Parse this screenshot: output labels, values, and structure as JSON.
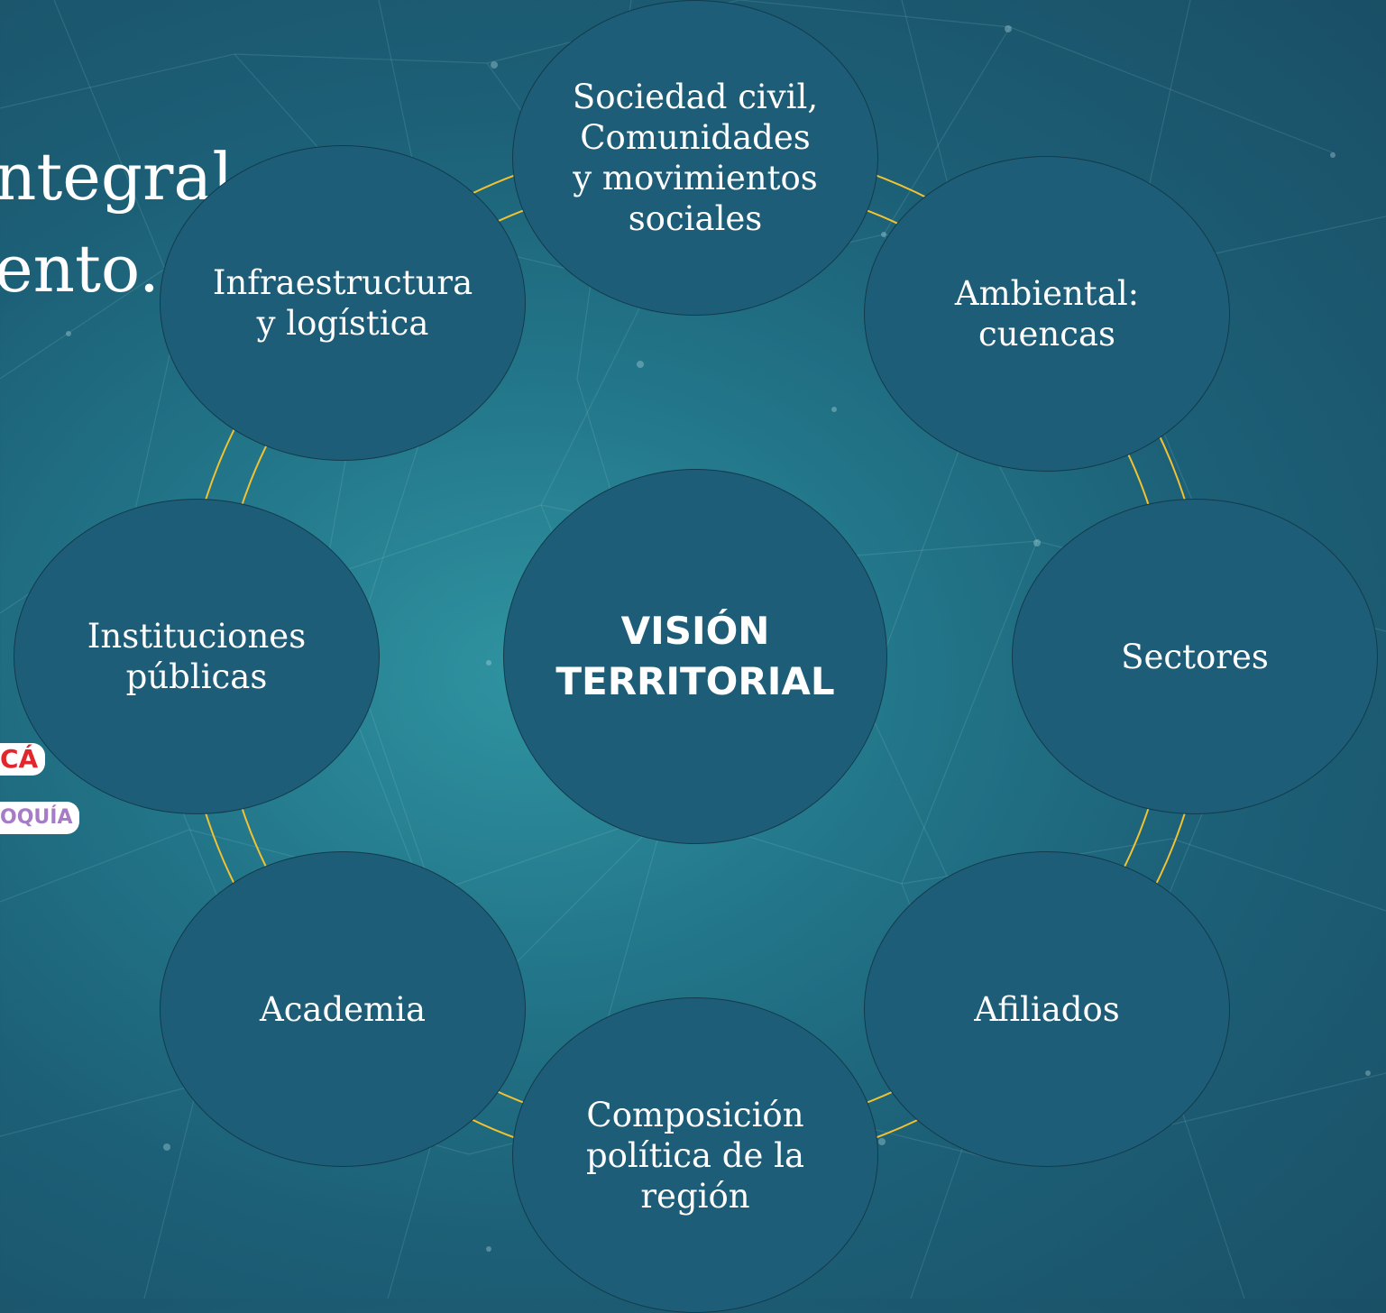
{
  "slide": {
    "title_lines": [
      "ntegral",
      "ento."
    ],
    "badges": [
      "CÁ",
      "OQUÍA"
    ]
  },
  "diagram": {
    "center": "VISIÓN\nTERRITORIAL",
    "nodes": [
      "Sociedad civil,\nComunidades\ny movimientos\nsociales",
      "Ambiental:\ncuencas",
      "Sectores",
      "Afiliados",
      "Composición\npolítica de la\nregión",
      "Academia",
      "Instituciones\npúblicas",
      "Infraestructura\ny logística"
    ]
  },
  "colors": {
    "node_fill": "#1e5d78",
    "connector": "#f2c230",
    "text": "#ffffff"
  }
}
